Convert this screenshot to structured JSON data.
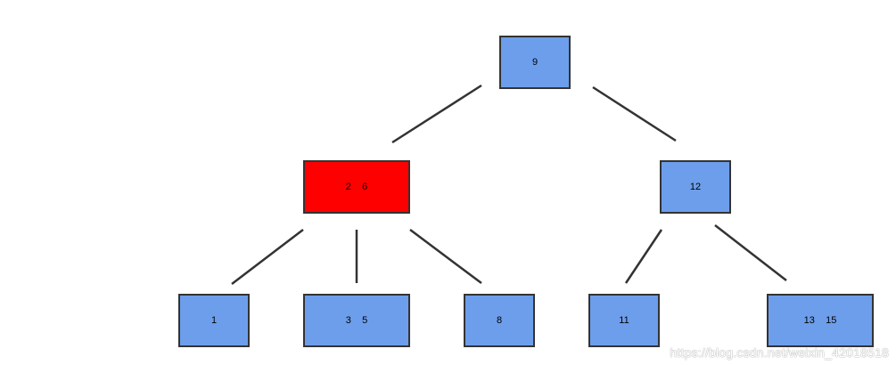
{
  "colors": {
    "node_fill": "#6d9eeb",
    "highlight_fill": "#ff0000",
    "border": "#333333",
    "edge": "#333333"
  },
  "nodes": [
    {
      "id": "root",
      "label": "9",
      "highlight": false
    },
    {
      "id": "left",
      "label": "2    6",
      "highlight": true
    },
    {
      "id": "right",
      "label": "12",
      "highlight": false
    },
    {
      "id": "leaf-1",
      "label": "1",
      "highlight": false
    },
    {
      "id": "leaf-3-5",
      "label": "3    5",
      "highlight": false
    },
    {
      "id": "leaf-8",
      "label": "8",
      "highlight": false
    },
    {
      "id": "leaf-11",
      "label": "11",
      "highlight": false
    },
    {
      "id": "leaf-13-15",
      "label": "13    15",
      "highlight": false
    }
  ],
  "edges": [
    {
      "from": "root",
      "to": "left"
    },
    {
      "from": "root",
      "to": "right"
    },
    {
      "from": "left",
      "to": "leaf-1"
    },
    {
      "from": "left",
      "to": "leaf-3-5"
    },
    {
      "from": "left",
      "to": "leaf-8"
    },
    {
      "from": "right",
      "to": "leaf-11"
    },
    {
      "from": "right",
      "to": "leaf-13-15"
    }
  ],
  "watermark": "https://blog.csdn.net/weixin_42018518"
}
